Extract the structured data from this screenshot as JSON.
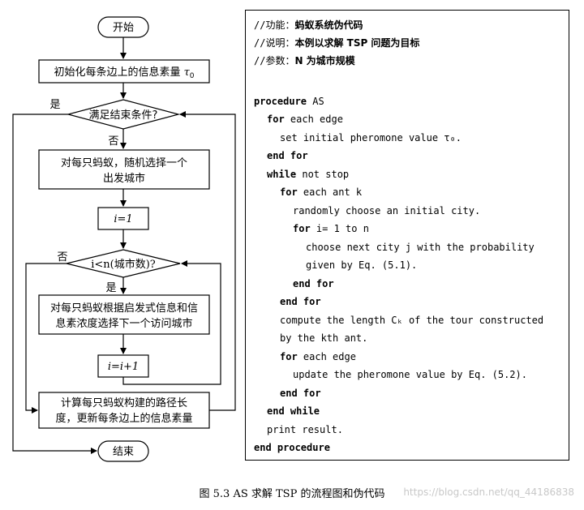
{
  "flowchart": {
    "start": "开始",
    "init_prefix": "初始化每条边上的信息素量 ",
    "init_tau": "τ",
    "init_sub": "0",
    "end_condition": "满足结束条件?",
    "yes": "是",
    "no": "否",
    "ant_random_line1": "对每只蚂蚁，随机选择一个",
    "ant_random_line2": "出发城市",
    "i_init": "i=1",
    "loop_cond": "i<n(城市数)?",
    "select_line1": "对每只蚂蚁根据启发式信息和信",
    "select_line2": "息素浓度选择下一个访问城市",
    "i_inc": "i=i+1",
    "compute_line1": "计算每只蚂蚁构建的路径长",
    "compute_line2": "度，更新每条边上的信息素量",
    "end": "结束"
  },
  "code": {
    "c1_prefix": "//功能：",
    "c1_text": "蚂蚁系统伪代码",
    "c2_prefix": "//说明：",
    "c2_text": "本例以求解 TSP 问题为目标",
    "c3_prefix": "//参数：",
    "c3_text": "N 为城市规模",
    "l1_kw": "procedure",
    "l1_rest": " AS",
    "l2_kw": "for",
    "l2_rest": " each edge",
    "l3": "set initial pheromone value τ₀.",
    "l4_kw": "end for",
    "l5_kw": "while",
    "l5_rest": " not stop",
    "l6_kw": "for",
    "l6_rest": " each ant k",
    "l7": "randomly choose an initial city.",
    "l8_kw": "for",
    "l8_rest": " i= 1 to n",
    "l9": "choose next city j with the probability",
    "l10": "given by Eq. (5.1).",
    "l11_kw": "end for",
    "l12_kw": "end for",
    "l13": "compute the length Cₖ of the tour constructed",
    "l14": "by the kth ant.",
    "l15_kw": "for",
    "l15_rest": " each edge",
    "l16": "update the pheromone value by Eq. (5.2).",
    "l17_kw": "end for",
    "l18_kw": "end while",
    "l19": "print result.",
    "l20_kw": "end procedure"
  },
  "caption": "图 5.3   AS 求解 TSP 的流程图和伪代码",
  "watermark": "https://blog.csdn.net/qq_44186838"
}
